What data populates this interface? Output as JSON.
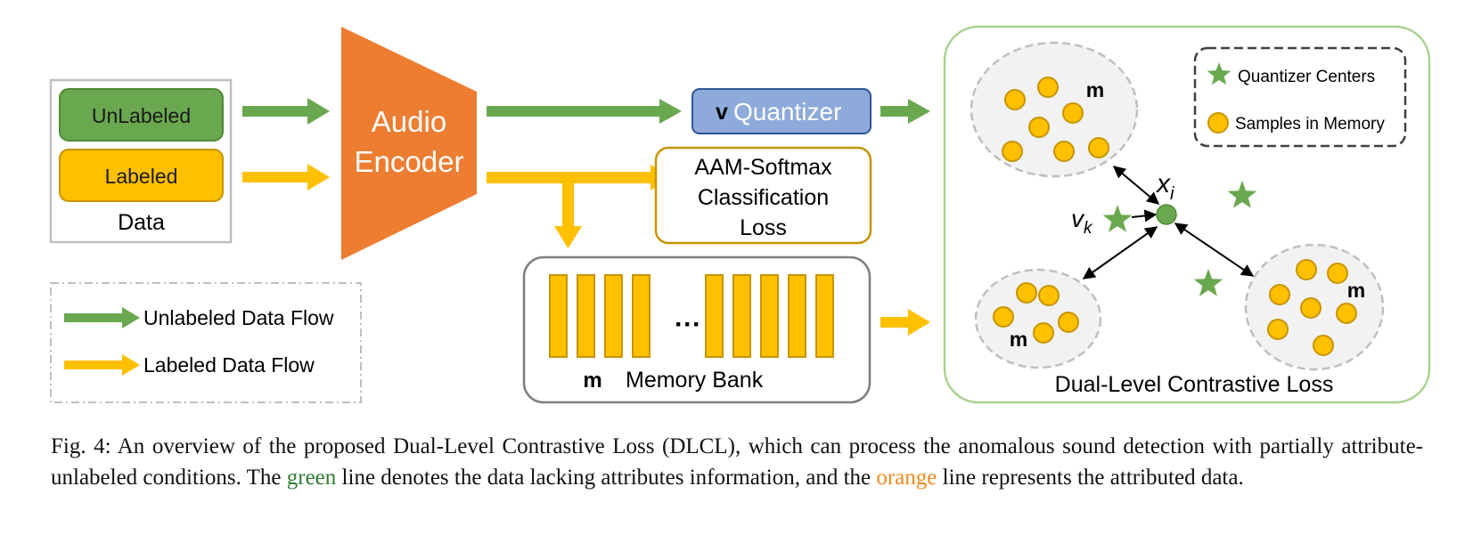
{
  "colors": {
    "green": "#6aa84f",
    "green_dark": "#4f8a35",
    "yellow": "#ffc000",
    "yellow_dark": "#c79400",
    "orange": "#ed7d31",
    "blue": "#8eaadb",
    "blue_dark": "#2f5597",
    "panel_green": "#a9d18e"
  },
  "data_box": {
    "unlabeled": "UnLabeled",
    "labeled": "Labeled",
    "label": "Data"
  },
  "encoder": {
    "line1": "Audio",
    "line2": "Encoder"
  },
  "quantizer": {
    "symbol": "v",
    "label": "Quantizer"
  },
  "aam": {
    "line1": "AAM-Softmax",
    "line2": "Classification",
    "line3": "Loss"
  },
  "memory": {
    "m": "m",
    "label": "Memory Bank",
    "dots": "···"
  },
  "flow_legend": {
    "unlabeled": "Unlabeled Data Flow",
    "labeled": "Labeled Data Flow"
  },
  "dlcl": {
    "title": "Dual-Level Contrastive Loss",
    "legend_centers": "Quantizer Centers",
    "legend_samples": "Samples in Memory",
    "xi_main": "x",
    "xi_sub": "i",
    "vk_main": "v",
    "vk_sub": "k",
    "m": "m"
  },
  "caption": {
    "part1": "Fig. 4: An overview of the proposed Dual-Level Contrastive Loss (DLCL), which can process the anomalous sound detection with partially attribute-unlabeled conditions. The ",
    "green_word": "green",
    "part2": " line denotes the data lacking attributes information, and the ",
    "orange_word": "orange",
    "part3": " line represents the attributed data."
  }
}
